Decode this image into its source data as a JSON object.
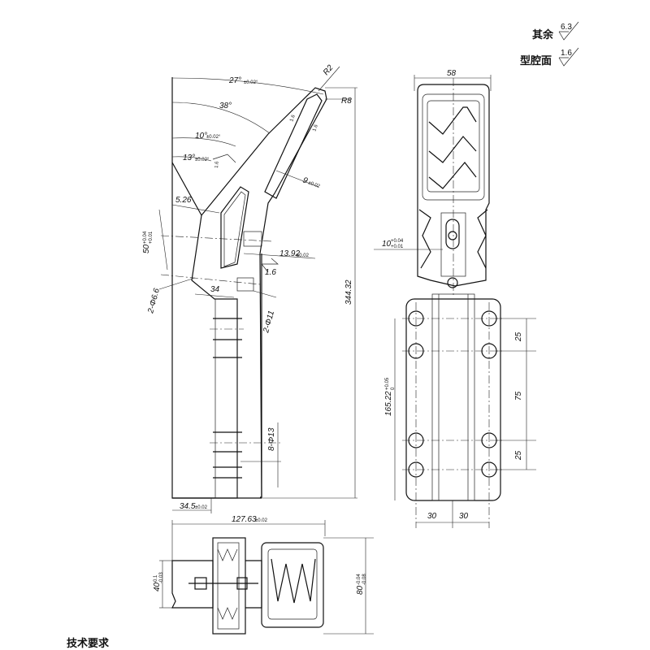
{
  "surface_finish": {
    "other_label": "其余",
    "other_value": "6.3",
    "cavity_label": "型腔面",
    "cavity_value": "1.6"
  },
  "side_view": {
    "angle_total": "27°",
    "angle_total_tol": "±0.02°",
    "angle_mid": "38°",
    "angle_small": "10°",
    "angle_small_tol": "±0.02°",
    "angle_13": "13°",
    "angle_13_tol": "±0.02°",
    "radius_r2": "R2",
    "radius_r8": "R8",
    "rough_a": "1.6",
    "rough_b": "1.6",
    "rough_c": "1.6",
    "rough_d": "1.6",
    "dim_9": "9",
    "dim_9_tol": "±0.02",
    "dim_526": "5.26",
    "dim_50": "50",
    "dim_50_tol_up": "+0.04",
    "dim_50_tol_dn": "+0.01",
    "dim_1392": "13.92",
    "dim_1392_tol": "±0.02",
    "dim_34": "34",
    "dim_hole66": "2-Φ6.6",
    "dim_hole11": "2-Φ11",
    "dim_34432": "344.32",
    "dim_hole13": "8-Φ13",
    "dim_345": "34.5",
    "dim_345_tol": "±0.02",
    "dim_12763": "127.63",
    "dim_12763_tol": "±0.02"
  },
  "front_view": {
    "dim_58": "58",
    "dim_10": "10",
    "dim_10_tol_up": "+0.04",
    "dim_10_tol_dn": "+0.01",
    "dim_16522": "165.22",
    "dim_16522_tol_up": "+0.05",
    "dim_16522_tol_dn": "0",
    "dim_25a": "25",
    "dim_75": "75",
    "dim_25b": "25",
    "dim_30a": "30",
    "dim_30b": "30"
  },
  "top_view": {
    "dim_40": "40",
    "dim_40_tol_up": "-0.1",
    "dim_40_tol_dn": "-0.03",
    "dim_80": "80",
    "dim_80_tol_up": "-0.04",
    "dim_80_tol_dn": "-0.08"
  },
  "notes_heading": "技术要求"
}
